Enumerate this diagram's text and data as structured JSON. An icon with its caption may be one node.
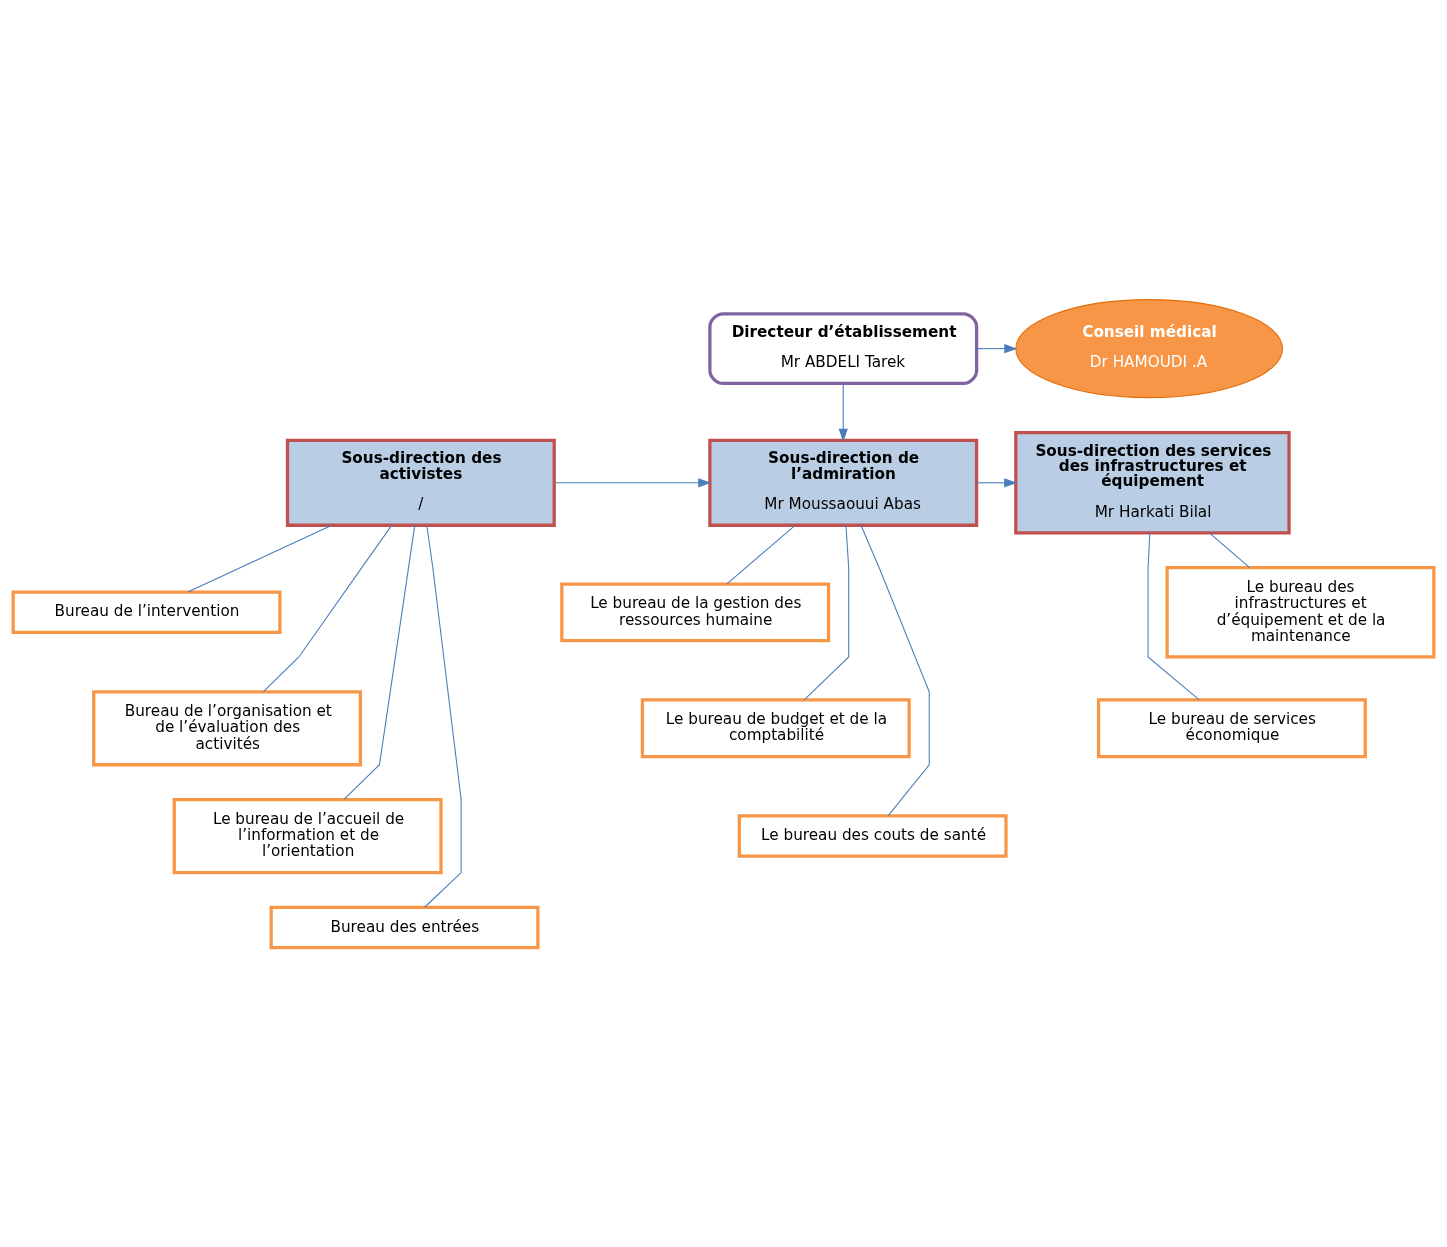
{
  "diagram": {
    "nodes": [
      {
        "text": [
          "Directeur d’établissement",
          "Mr ABDELI Tarek"
        ]
      },
      {
        "text": [
          "Conseil médical",
          "Dr HAMOUDI .A"
        ]
      },
      {
        "text": [
          "Sous-direction des activistes",
          "/"
        ]
      },
      {
        "text": [
          "Sous-direction de l’admiration",
          "Mr Moussaouui Abas"
        ]
      },
      {
        "text": [
          "Sous-direction des services des infrastructures et équipement",
          "Mr Harkati Bilal"
        ]
      },
      {
        "text": [
          "Bureau de l’intervention"
        ]
      },
      {
        "text": [
          "Bureau de l’organisation et de l’évaluation des activités"
        ]
      },
      {
        "text": [
          "Le bureau de l’accueil de l’information et de l’orientation"
        ]
      },
      {
        "text": [
          "Bureau des entrées"
        ]
      },
      {
        "text": [
          "Le bureau de la gestion des ressources humaine"
        ]
      },
      {
        "text": [
          "Le bureau de budget et de la comptabilité"
        ]
      },
      {
        "text": [
          "Le bureau des couts de santé"
        ]
      },
      {
        "text": [
          "Le bureau des infrastructures et d’équipement et de la maintenance"
        ]
      },
      {
        "text": [
          "Le bureau de services économique"
        ]
      }
    ],
    "edges": [
      {
        "from": 0,
        "to": 1,
        "arrow": "to"
      },
      {
        "from": 0,
        "to": 3,
        "arrow": "to"
      },
      {
        "from": 2,
        "to": 3,
        "arrow": "to"
      },
      {
        "from": 3,
        "to": 4,
        "arrow": "to"
      },
      {
        "from": 2,
        "to": 5,
        "arrow": "none"
      },
      {
        "from": 2,
        "to": 6,
        "arrow": "none"
      },
      {
        "from": 2,
        "to": 7,
        "arrow": "none"
      },
      {
        "from": 2,
        "to": 8,
        "arrow": "none"
      },
      {
        "from": 3,
        "to": 9,
        "arrow": "none"
      },
      {
        "from": 3,
        "to": 10,
        "arrow": "none"
      },
      {
        "from": 3,
        "to": 11,
        "arrow": "none"
      },
      {
        "from": 4,
        "to": 12,
        "arrow": "none"
      },
      {
        "from": 4,
        "to": 13,
        "arrow": "none"
      }
    ]
  }
}
